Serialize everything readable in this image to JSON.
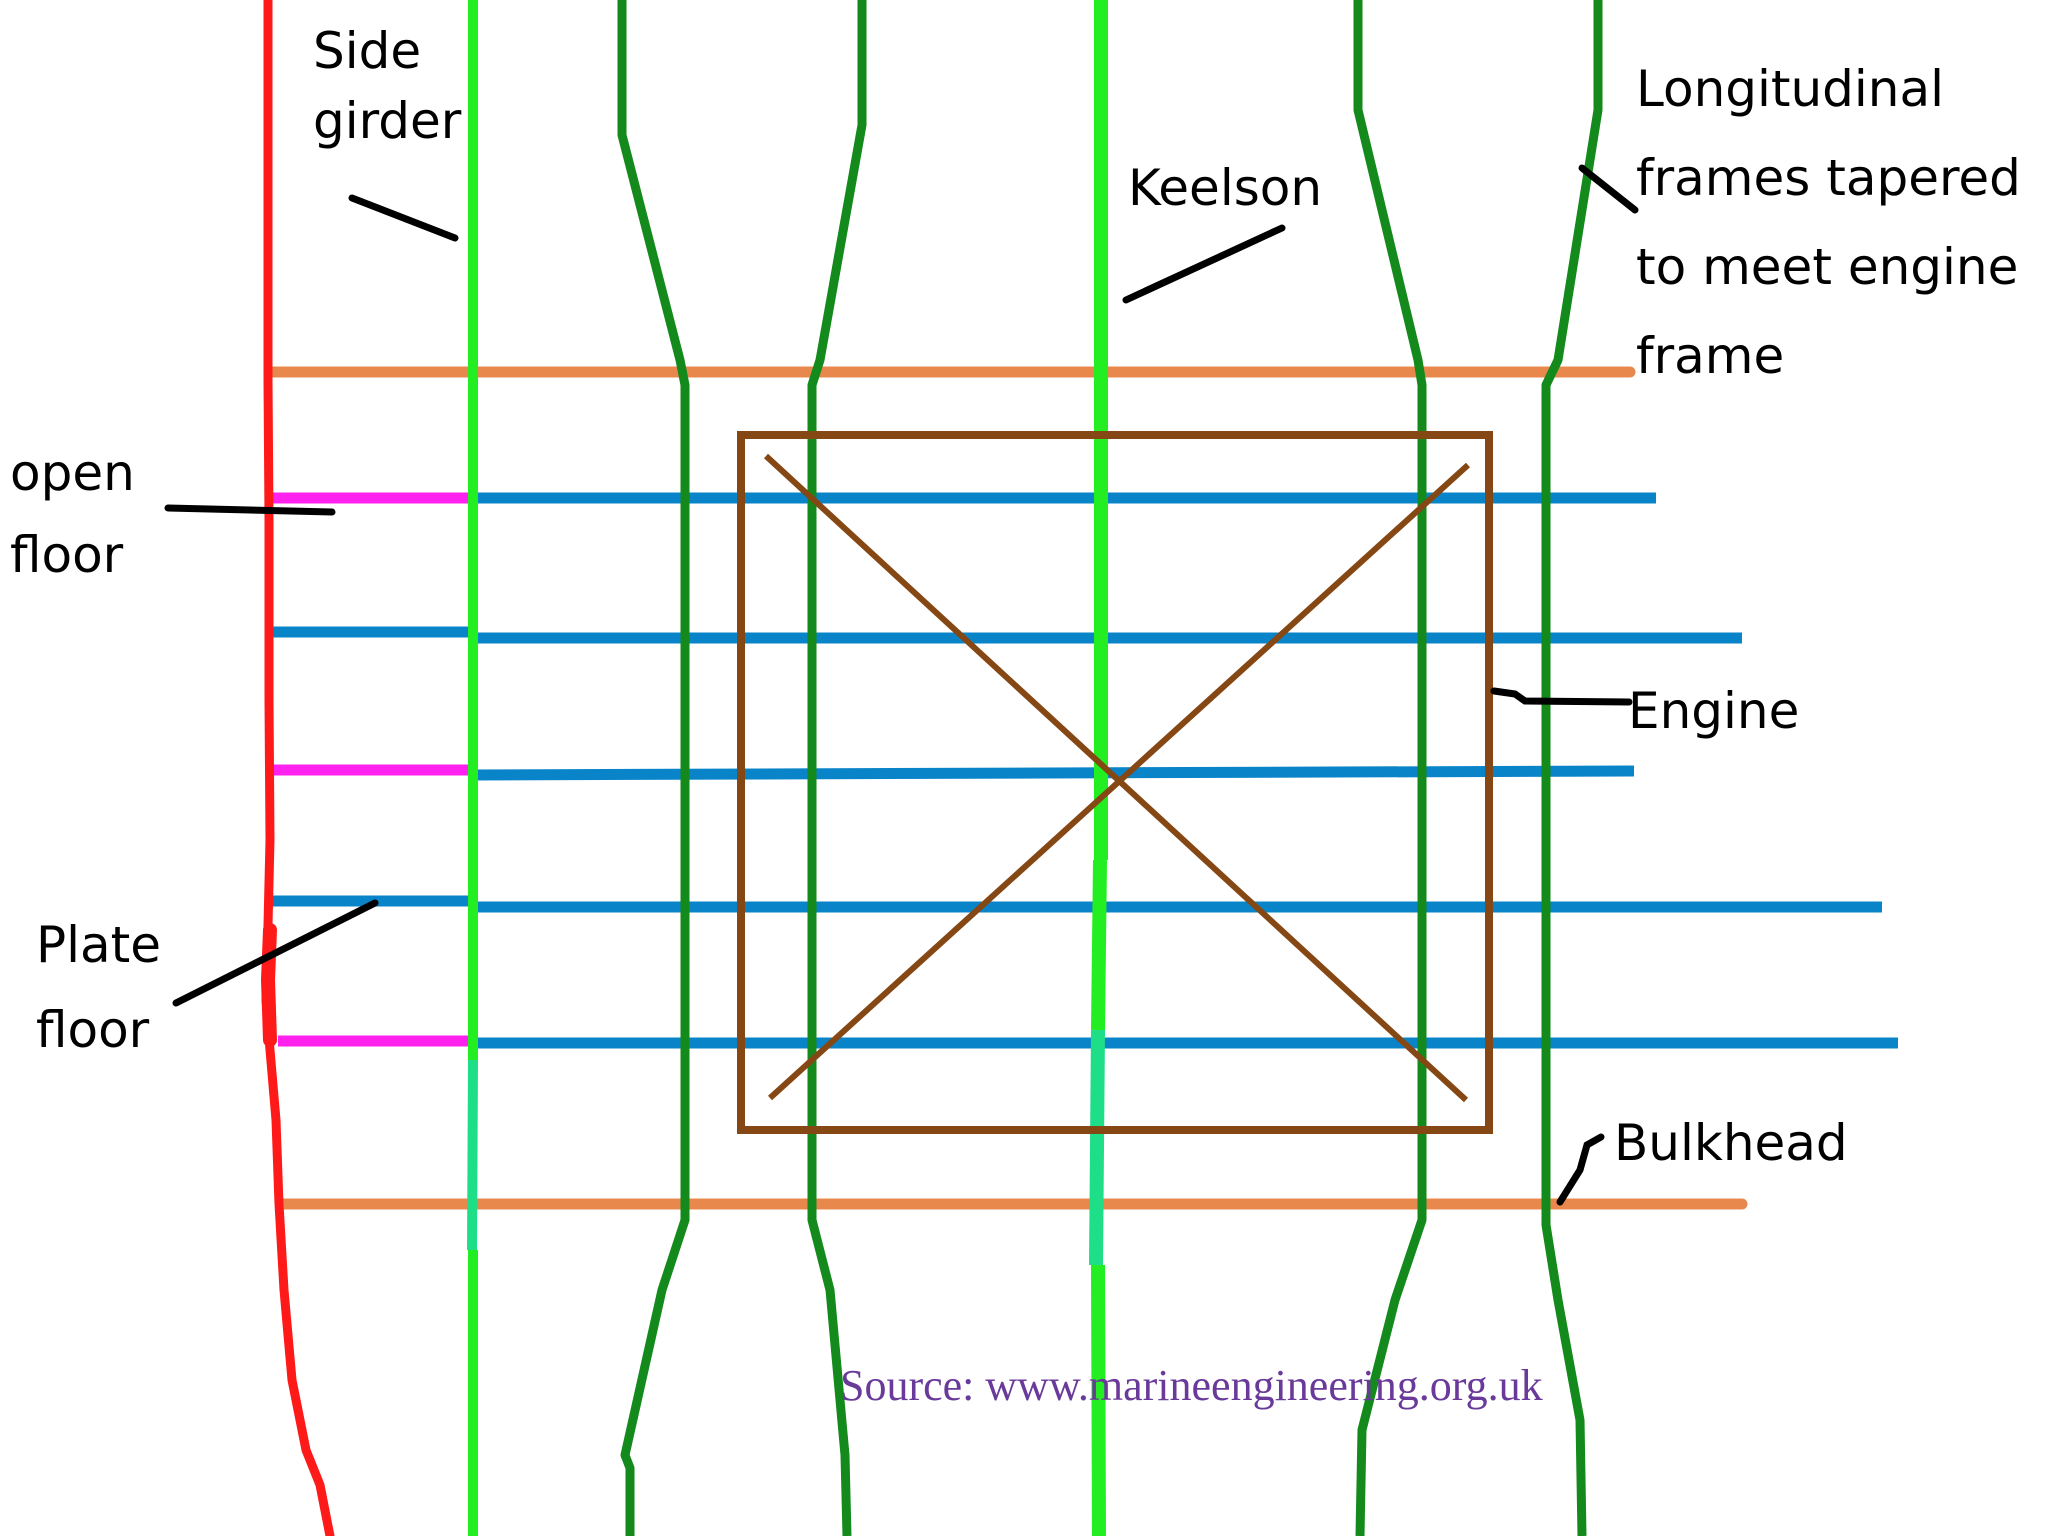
{
  "labels": {
    "side_girder": [
      "Side",
      "girder"
    ],
    "keelson": "Keelson",
    "longitudinal_frames": [
      "Longitudinal",
      "frames tapered",
      "to meet engine",
      "frame"
    ],
    "open_floor": [
      "open",
      "floor"
    ],
    "engine": "Engine",
    "plate_floor": [
      "Plate",
      "floor"
    ],
    "bulkhead": "Bulkhead"
  },
  "source": "Source: www.marineengineering.org.uk",
  "colors": {
    "shell": "#ff1a1a",
    "girder": "#22ee22",
    "girder_lower": "#1ede88",
    "frame": "#138a1b",
    "bulkhead": "#e8884c",
    "floor": "#0a84c8",
    "open_floor": "#ff22ee",
    "engine": "#854713",
    "leader": "#000000",
    "source_text": "#6a3a9a"
  }
}
